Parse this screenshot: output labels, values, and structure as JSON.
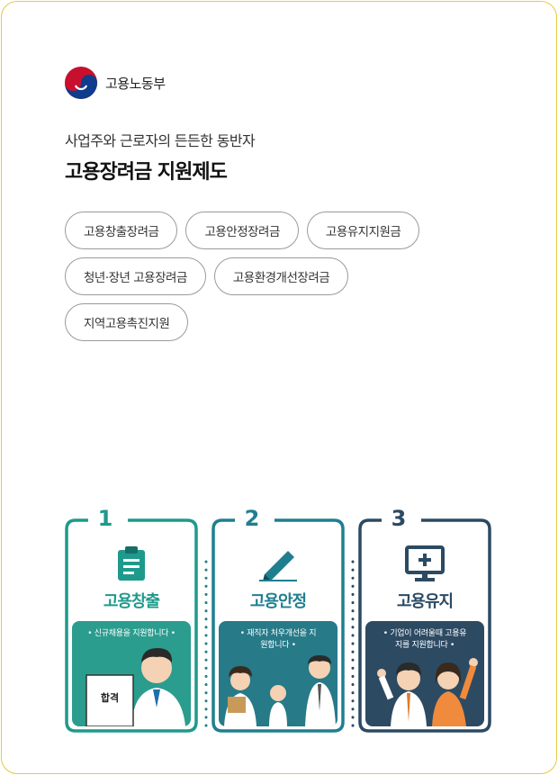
{
  "org": {
    "name": "고용노동부",
    "icon": "taegeuk-logo-icon"
  },
  "header": {
    "subtitle": "사업주와 근로자의 든든한 동반자",
    "title": "고용장려금 지원제도"
  },
  "chips": [
    [
      "고용창출장려금",
      "고용안정장려금",
      "고용유지지원금"
    ],
    [
      "청년·장년 고용장려금",
      "고용환경개선장려금"
    ],
    [
      "지역고용촉진지원"
    ]
  ],
  "steps": [
    {
      "number": "1",
      "label": "고용창출",
      "caption": "• 신규채용을 지원합니다 •",
      "badge": "합격",
      "color": "#1e9a8c",
      "panel": "#2a9d8f"
    },
    {
      "number": "2",
      "label": "고용안정",
      "caption": "• 재직자 처우개선을 지원합니다 •",
      "color": "#1f7f8f",
      "panel": "#277a88"
    },
    {
      "number": "3",
      "label": "고용유지",
      "caption": "• 기업이 어려울때 고용유지를 지원합니다 •",
      "color": "#2b4a63",
      "panel": "#2d4a63"
    }
  ],
  "colors": {
    "border": "#e8c840",
    "chip_border": "#9a9a9a"
  }
}
